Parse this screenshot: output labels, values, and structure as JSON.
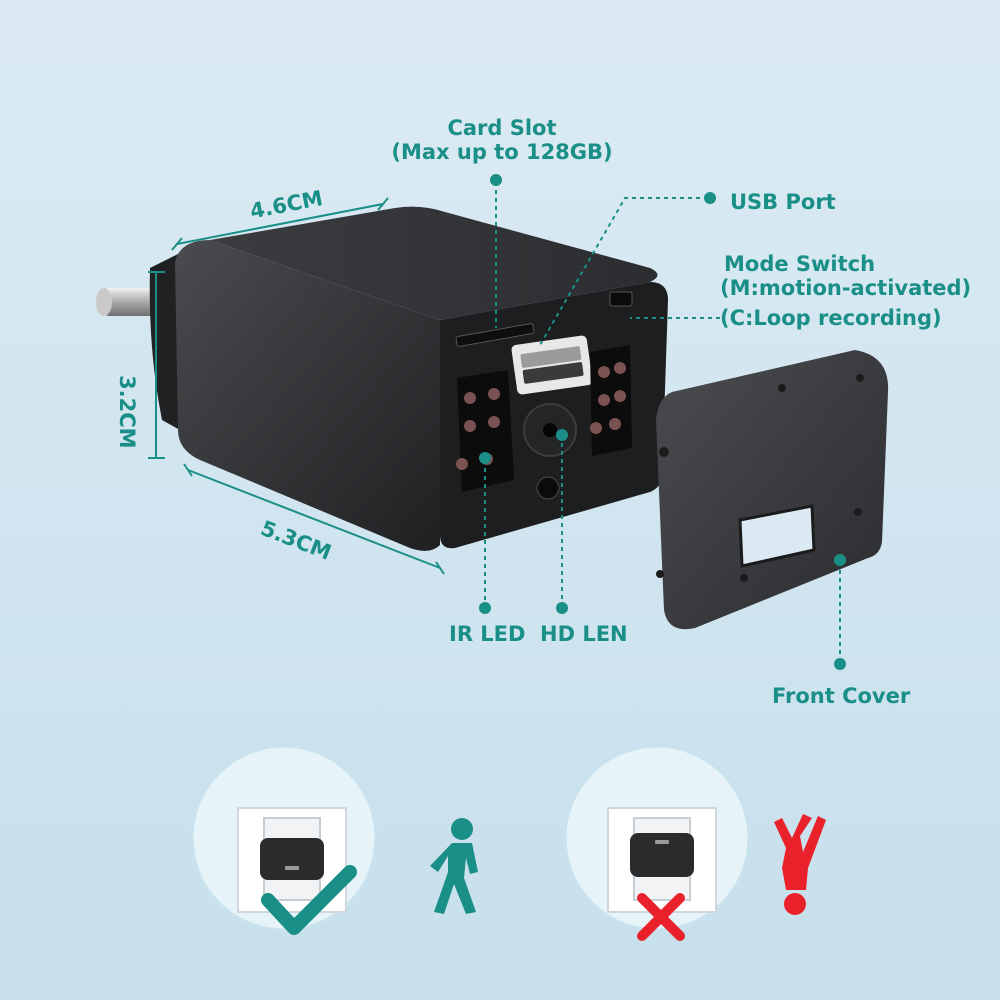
{
  "labels": {
    "card_slot": "Card Slot",
    "card_slot_sub": "(Max up to 128GB)",
    "usb_port": "USB Port",
    "mode_switch": "Mode Switch",
    "mode_m": "(M:motion-activated)",
    "mode_c": "(C:Loop recording)",
    "ir_led": "IR LED",
    "hd_len": "HD LEN",
    "front_cover": "Front Cover",
    "width_dim": "4.6CM",
    "height_dim": "3.2CM",
    "depth_dim": "5.3CM"
  },
  "colors": {
    "accent": "#1a8f87",
    "wrong": "#e8212a",
    "device": "#2a2b2d"
  },
  "usage": {
    "correct": {
      "icon": "checkmark-icon",
      "figure": "walking-person-icon"
    },
    "incorrect": {
      "icon": "x-mark-icon",
      "figure": "upside-down-person-icon"
    }
  }
}
